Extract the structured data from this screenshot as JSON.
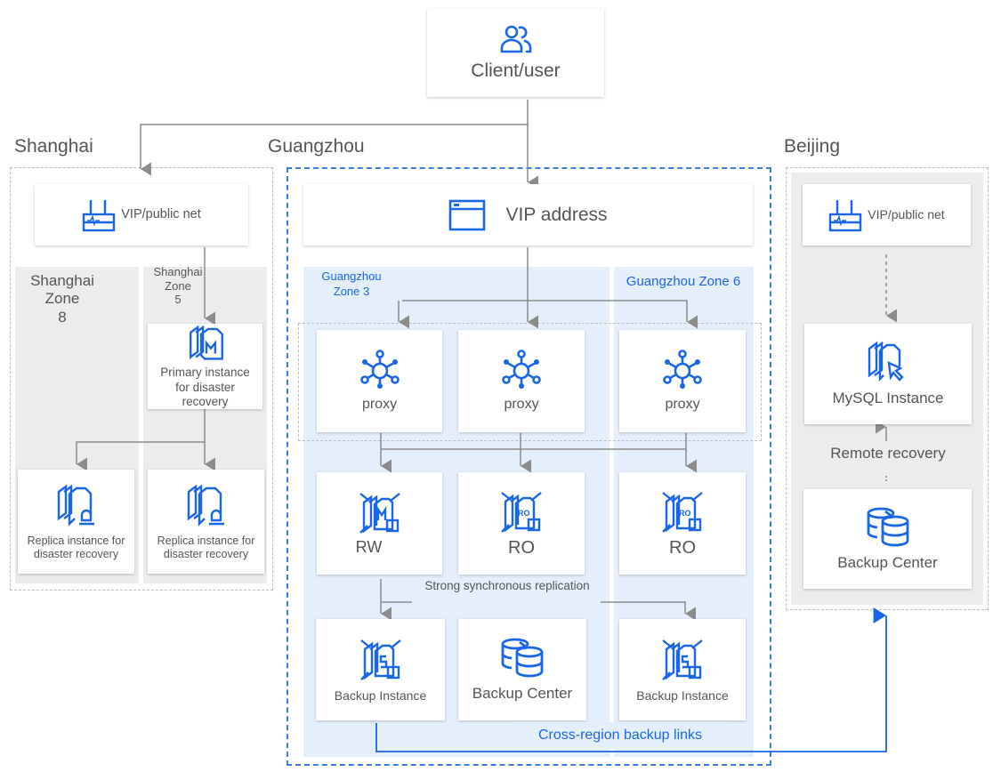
{
  "client": {
    "label": "Client/user",
    "icon": "users-icon"
  },
  "regions": {
    "shanghai": {
      "title": "Shanghai",
      "vip": "VIP/public net",
      "zone8": "Shanghai\nZone\n8",
      "zone5": "Shanghai\nZone\n5",
      "primary": "Primary instance for disaster recovery",
      "replica_left": "Replica instance for disaster recovery",
      "replica_right": "Replica instance for disaster recovery"
    },
    "guangzhou": {
      "title": "Guangzhou",
      "vip": "VIP address",
      "zone3": "Guangzhou\nZone 3",
      "zone6": "Guangzhou Zone 6",
      "proxies": [
        "proxy",
        "proxy",
        "proxy"
      ],
      "db_nodes": [
        "RW",
        "RO",
        "RO"
      ],
      "sync_label": "Strong synchronous replication",
      "backup_instance_left": "Backup Instance",
      "backup_center": "Backup Center",
      "backup_instance_right": "Backup Instance",
      "cross_region": "Cross-region backup links"
    },
    "beijing": {
      "title": "Beijing",
      "vip": "VIP/public net",
      "mysql": "MySQL Instance",
      "remote_recovery": "Remote recovery",
      "backup_center": "Backup Center"
    }
  },
  "colors": {
    "accent": "#1a66e8",
    "line": "#8c8c8c",
    "zone_gray": "#ebecee",
    "zone_blue": "#e5effc"
  }
}
